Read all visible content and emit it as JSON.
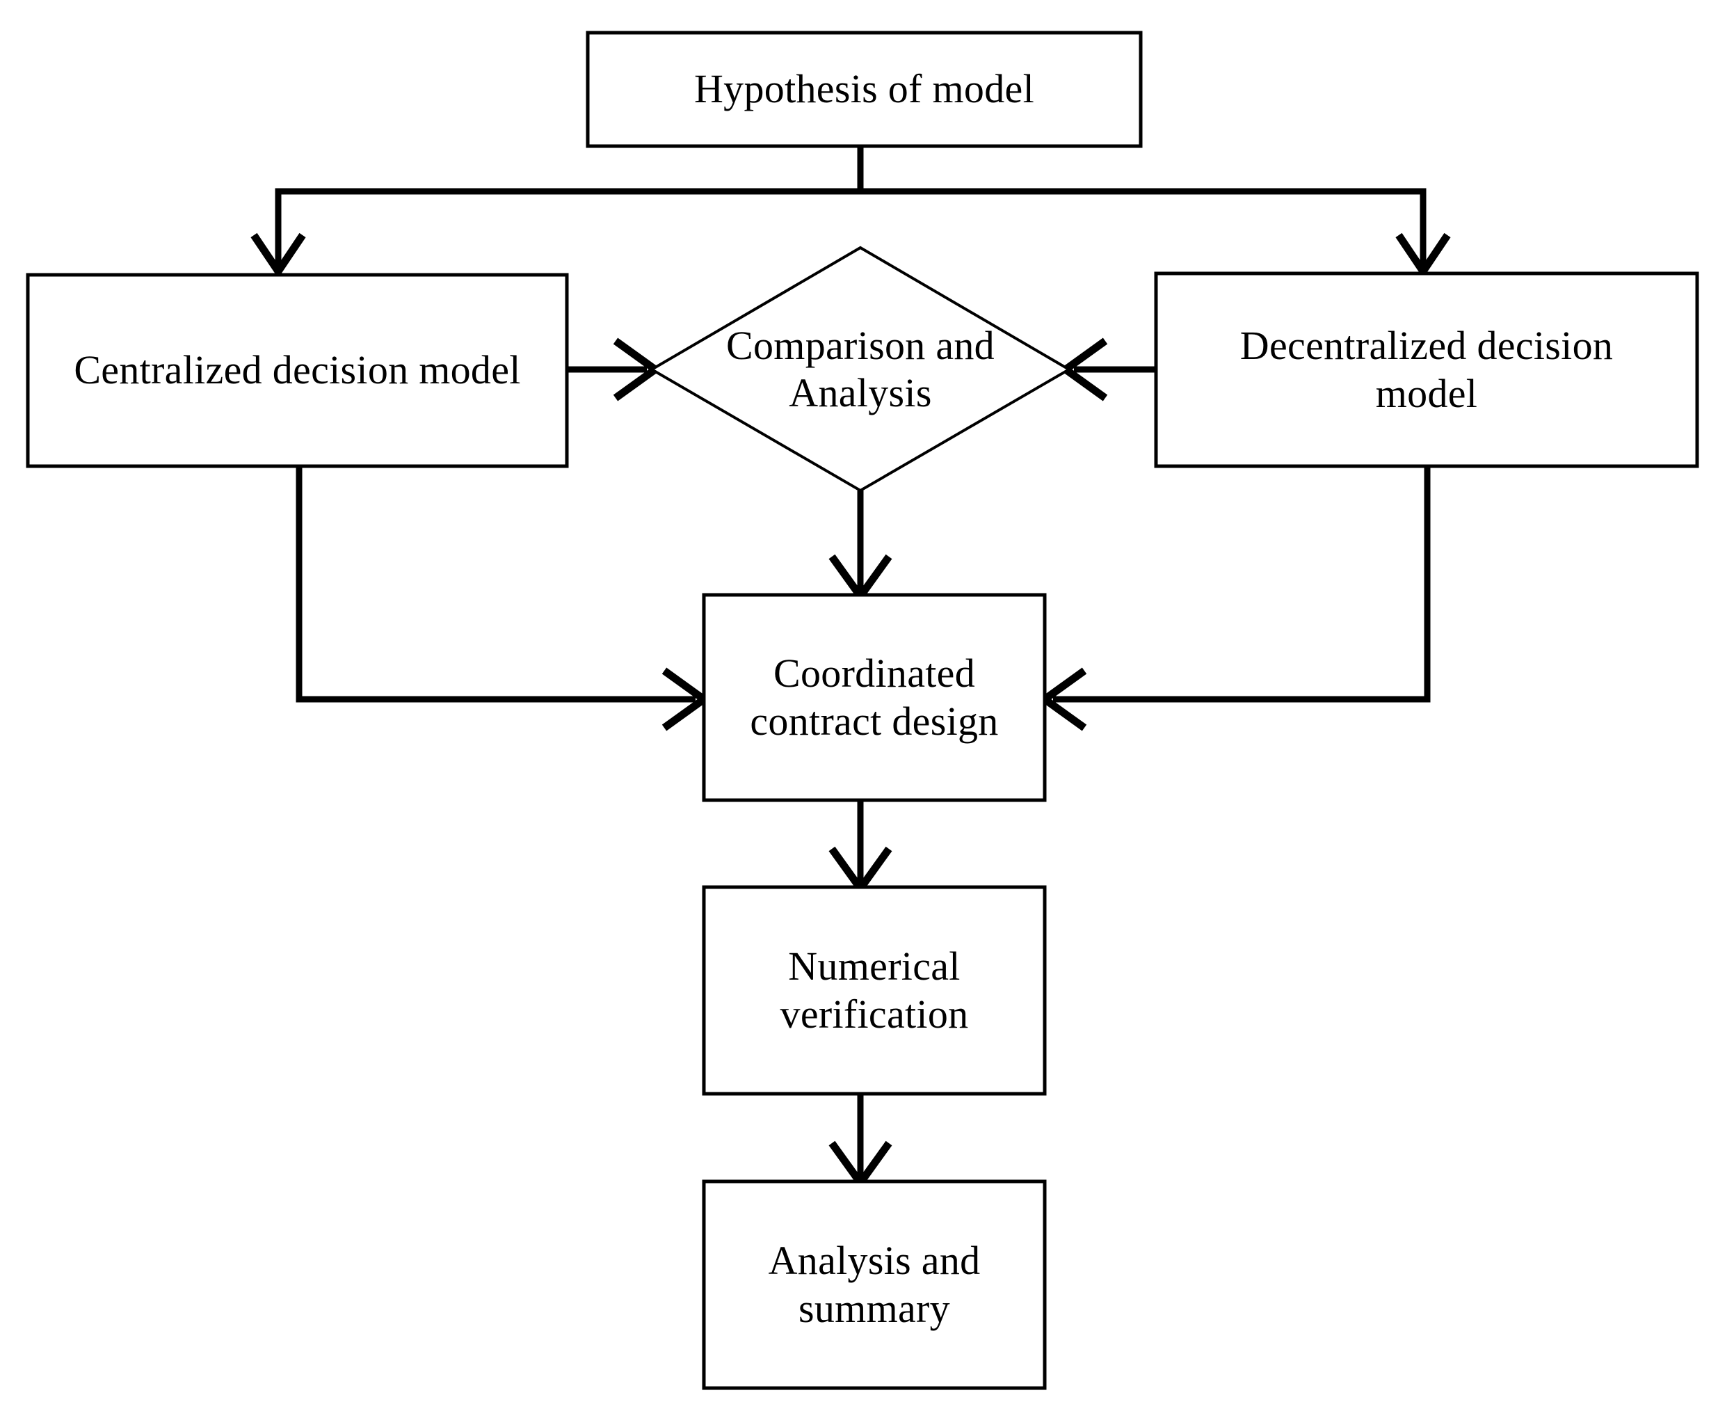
{
  "diagram": {
    "title": "Research framework flowchart",
    "type": "flowchart",
    "background_color": "#ffffff",
    "line_color": "#000000",
    "text_color": "#000000",
    "nodes": [
      {
        "id": "hypothesis",
        "label": "Hypothesis of model",
        "shape": "rectangle"
      },
      {
        "id": "centralized",
        "label": "Centralized decision model",
        "shape": "rectangle"
      },
      {
        "id": "comparison",
        "label": "Comparison and\nAnalysis",
        "shape": "diamond"
      },
      {
        "id": "decentralized",
        "label": "Decentralized decision\nmodel",
        "shape": "rectangle"
      },
      {
        "id": "coordinated",
        "label": "Coordinated\ncontract design",
        "shape": "rectangle"
      },
      {
        "id": "numerical",
        "label": "Numerical\nverification",
        "shape": "rectangle"
      },
      {
        "id": "summary",
        "label": "Analysis and\nsummary",
        "shape": "rectangle"
      }
    ],
    "edges": [
      {
        "id": "e1",
        "from": "hypothesis",
        "to": "centralized",
        "style": "elbow",
        "arrow": "down"
      },
      {
        "id": "e2",
        "from": "hypothesis",
        "to": "decentralized",
        "style": "elbow",
        "arrow": "down"
      },
      {
        "id": "e3",
        "from": "centralized",
        "to": "comparison",
        "style": "straight",
        "arrow": "right"
      },
      {
        "id": "e4",
        "from": "decentralized",
        "to": "comparison",
        "style": "straight",
        "arrow": "left"
      },
      {
        "id": "e5",
        "from": "comparison",
        "to": "coordinated",
        "style": "straight",
        "arrow": "down"
      },
      {
        "id": "e6",
        "from": "centralized",
        "to": "coordinated",
        "style": "elbow",
        "arrow": "right"
      },
      {
        "id": "e7",
        "from": "decentralized",
        "to": "coordinated",
        "style": "elbow",
        "arrow": "left"
      },
      {
        "id": "e8",
        "from": "coordinated",
        "to": "numerical",
        "style": "straight",
        "arrow": "down"
      },
      {
        "id": "e9",
        "from": "numerical",
        "to": "summary",
        "style": "straight",
        "arrow": "down"
      }
    ]
  }
}
